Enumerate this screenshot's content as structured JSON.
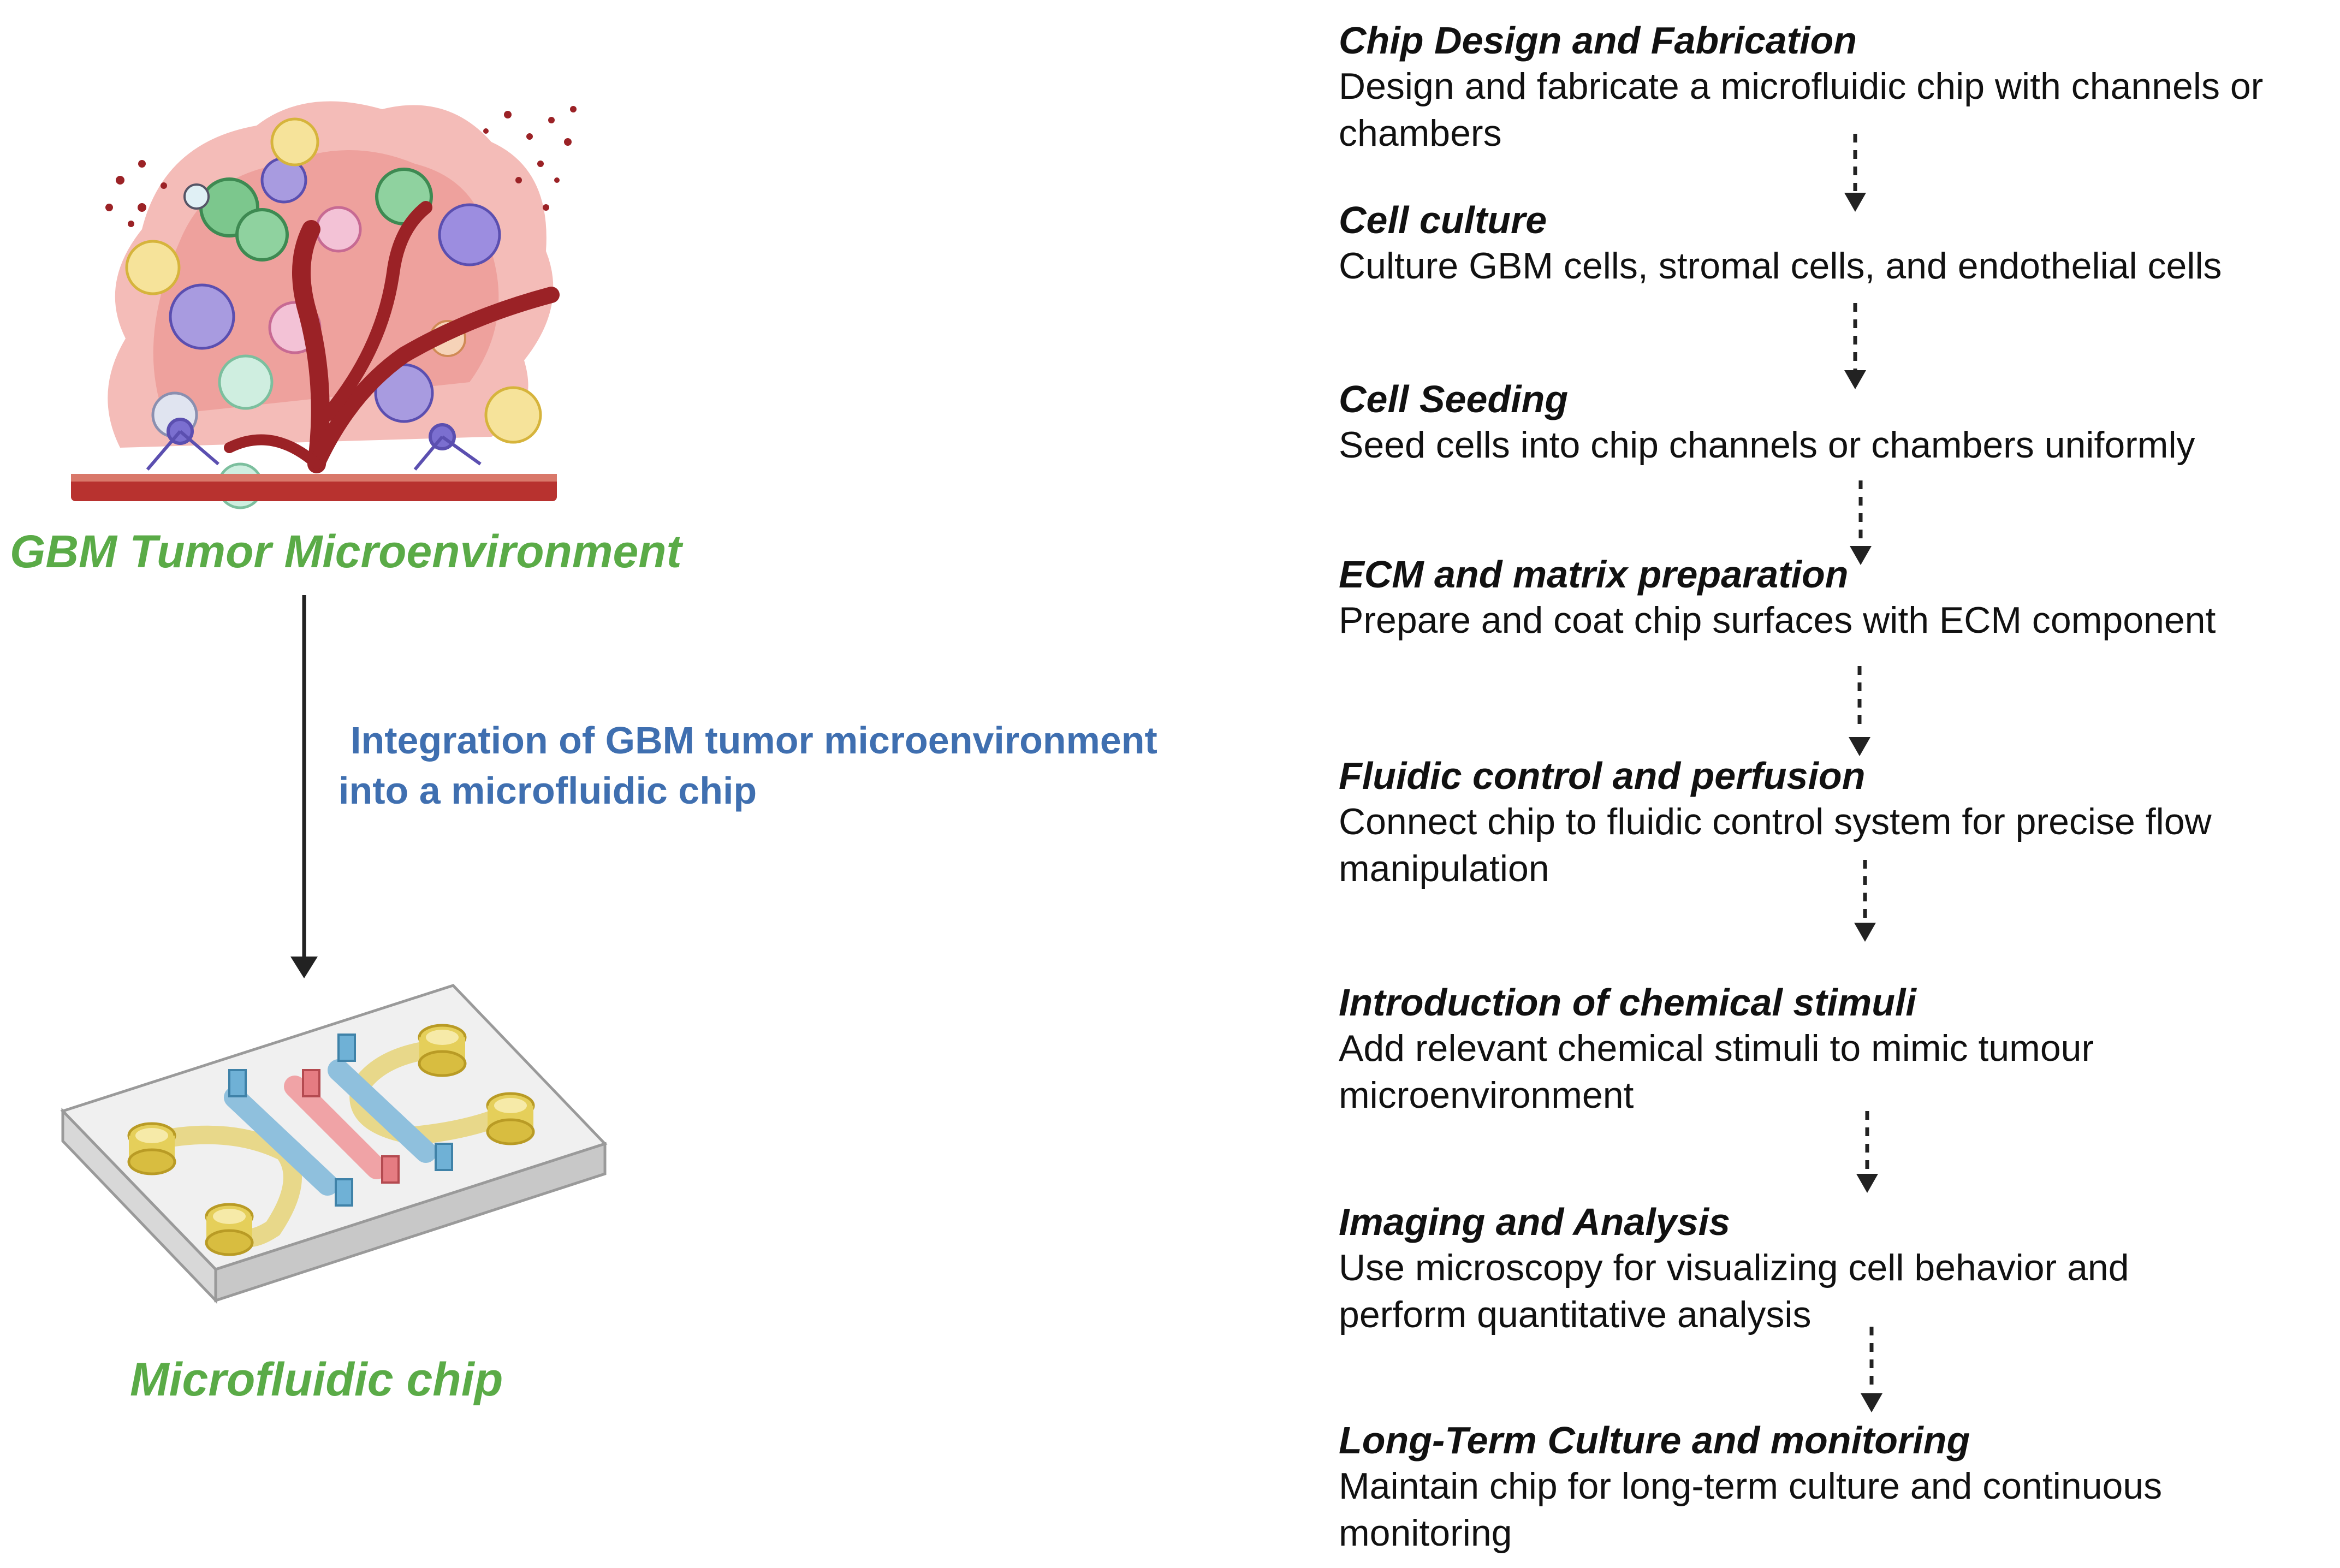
{
  "left": {
    "tumor_label": "GBM Tumor Microenvironment",
    "integration_text_line1": "Integration of GBM tumor microenvironment",
    "integration_text_line2": "into a microfluidic chip",
    "chip_label": "Microfluidic chip"
  },
  "steps": [
    {
      "title": "Chip Design and Fabrication",
      "desc": "Design and fabricate a microfluidic chip with channels or chambers"
    },
    {
      "title": "Cell culture",
      "desc": "Culture GBM cells, stromal cells, and endothelial cells"
    },
    {
      "title": "Cell Seeding",
      "desc": "Seed cells into chip channels or chambers uniformly"
    },
    {
      "title": "ECM and matrix preparation",
      "desc": "Prepare and coat chip surfaces with ECM component"
    },
    {
      "title": "Fluidic control and perfusion",
      "desc": "Connect chip to fluidic control system for precise flow manipulation"
    },
    {
      "title": "Introduction of chemical stimuli",
      "desc": "Add relevant chemical stimuli to mimic tumour microenvironment"
    },
    {
      "title": "Imaging and Analysis",
      "desc": "Use microscopy for visualizing cell behavior and perform quantitative analysis"
    },
    {
      "title": "Long-Term Culture and monitoring",
      "desc": "Maintain chip for long-term culture and continuous monitoring"
    }
  ],
  "colors": {
    "green_label": "#5aab47",
    "blue_label": "#3f6fb0",
    "vessel": "#9b2226",
    "tissue": "#f0a3a0"
  }
}
